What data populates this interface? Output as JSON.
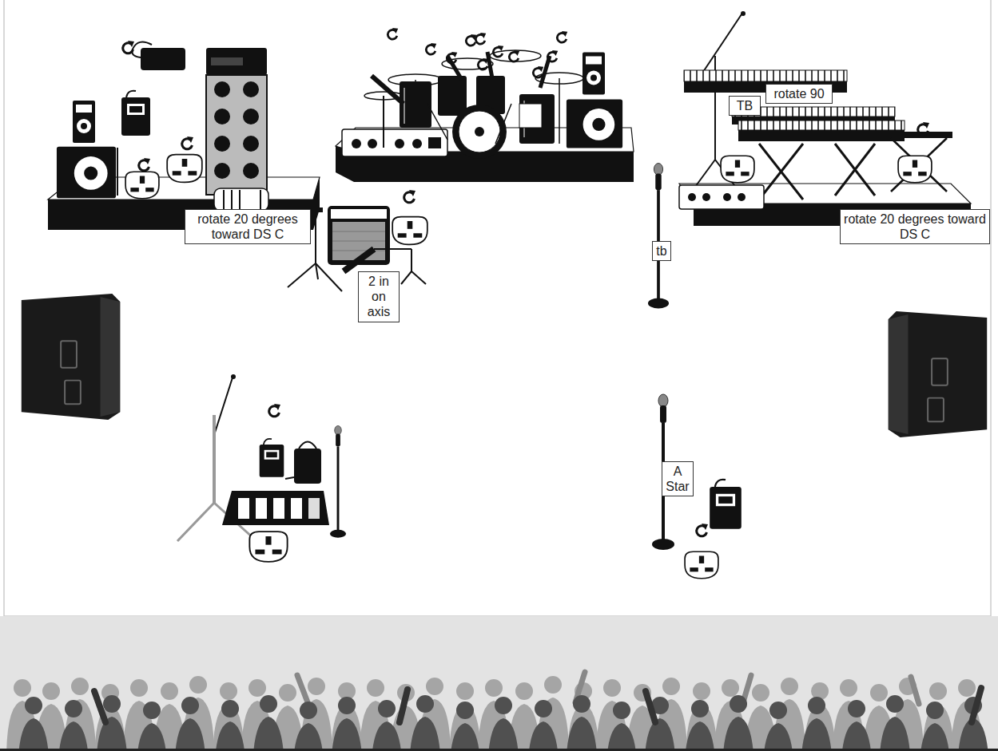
{
  "diagram": {
    "nodes": [
      {
        "text": [
          "rotate 90"
        ]
      },
      {
        "text": [
          "TB"
        ]
      },
      {
        "text": [
          "rotate 20 degrees toward DS C"
        ]
      },
      {
        "text": [
          "rotate 20 degrees toward DS C"
        ]
      },
      {
        "text": [
          "tb"
        ]
      },
      {
        "text": [
          "2 in on axis"
        ]
      },
      {
        "text": [
          "A Star"
        ]
      }
    ]
  }
}
